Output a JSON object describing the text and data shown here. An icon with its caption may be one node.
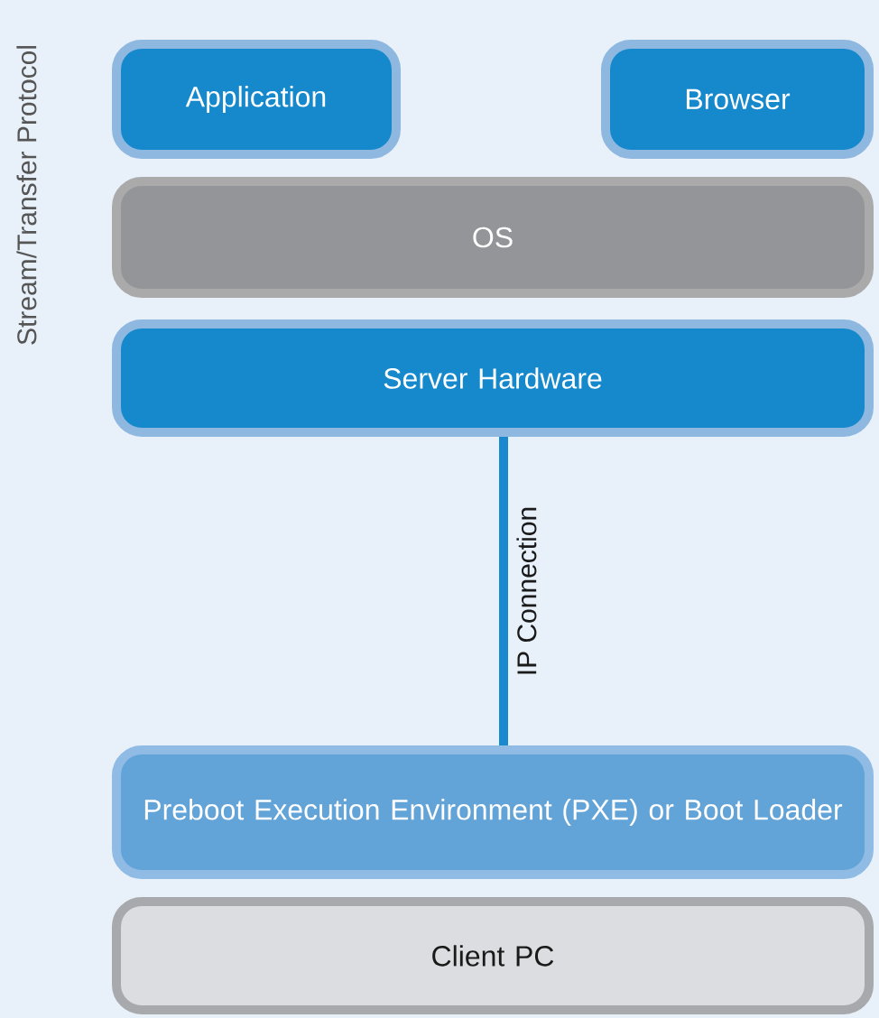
{
  "diagram": {
    "nodes": [
      {
        "text": [
          "Application"
        ]
      },
      {
        "text": [
          "Browser"
        ]
      },
      {
        "text": [
          "OS"
        ]
      },
      {
        "text": [
          "Server Hardware"
        ]
      },
      {
        "text": [
          "Preboot Execution Environment (PXE) or Boot Loader"
        ]
      },
      {
        "text": [
          "Client PC"
        ]
      }
    ],
    "edges": [
      {
        "from": 3,
        "to": 4,
        "arrow": "none",
        "label": "IP Connection"
      }
    ],
    "labels": [
      "Stream/Transfer Protocol"
    ]
  }
}
